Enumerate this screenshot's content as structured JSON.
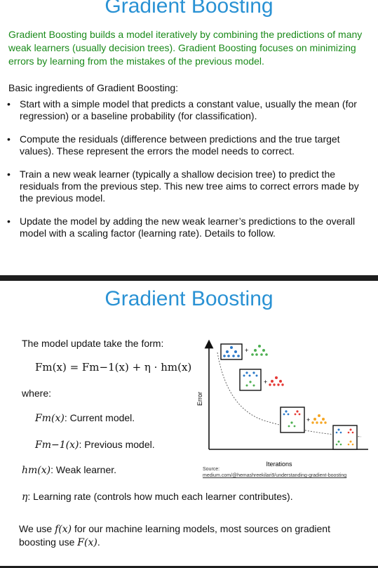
{
  "slide1": {
    "title": "Gradient Boosting",
    "intro": "Gradient Boosting builds a model iteratively by combining the predictions of many weak learners (usually decision trees). Gradient Boosting focuses on minimizing errors by learning from the mistakes of the previous model.",
    "subhead": "Basic ingredients of Gradient Boosting:",
    "bullets": [
      "Start with a simple model that predicts a constant value, usually the mean (for regression) or a baseline probability (for classification).",
      "Compute the residuals (difference between predictions and the true target values). These represent the errors the model needs to correct.",
      "Train a new weak learner (typically a shallow decision tree) to predict the residuals from the previous step. This new tree aims to correct errors made by the previous model.",
      "Update the model by adding the new weak learner’s predictions to the overall model with a scaling factor (learning rate). Details to follow."
    ]
  },
  "slide2": {
    "title": "Gradient Boosting",
    "update_text": "The model update take the form:",
    "formula": "Fm(x) = Fm−1(x) + η · hm(x)",
    "where": "where:",
    "def_current_sym": "Fm(x)",
    "def_current": ": Current model.",
    "def_previous_sym": "Fm−1(x)",
    "def_previous": ": Previous model.",
    "def_weak_sym": "hm(x)",
    "def_weak": ": Weak learner.",
    "def_eta_sym": "η",
    "def_eta": ": Learning rate (controls how much each learner contributes).",
    "figure": {
      "ylabel": "Error",
      "xlabel": "Iterations",
      "source_label": "Source:",
      "source_url": "medium.com/@hemashreekilari9/understanding-gradient-boosting"
    },
    "note_pre": "We use ",
    "note_sym1": "f(x)",
    "note_mid": " for our machine learning models, most sources on gradient boosting use ",
    "note_sym2": "F(x)",
    "note_end": "."
  },
  "colors": {
    "title": "#2a92d4",
    "intro": "#1a8a1a"
  }
}
